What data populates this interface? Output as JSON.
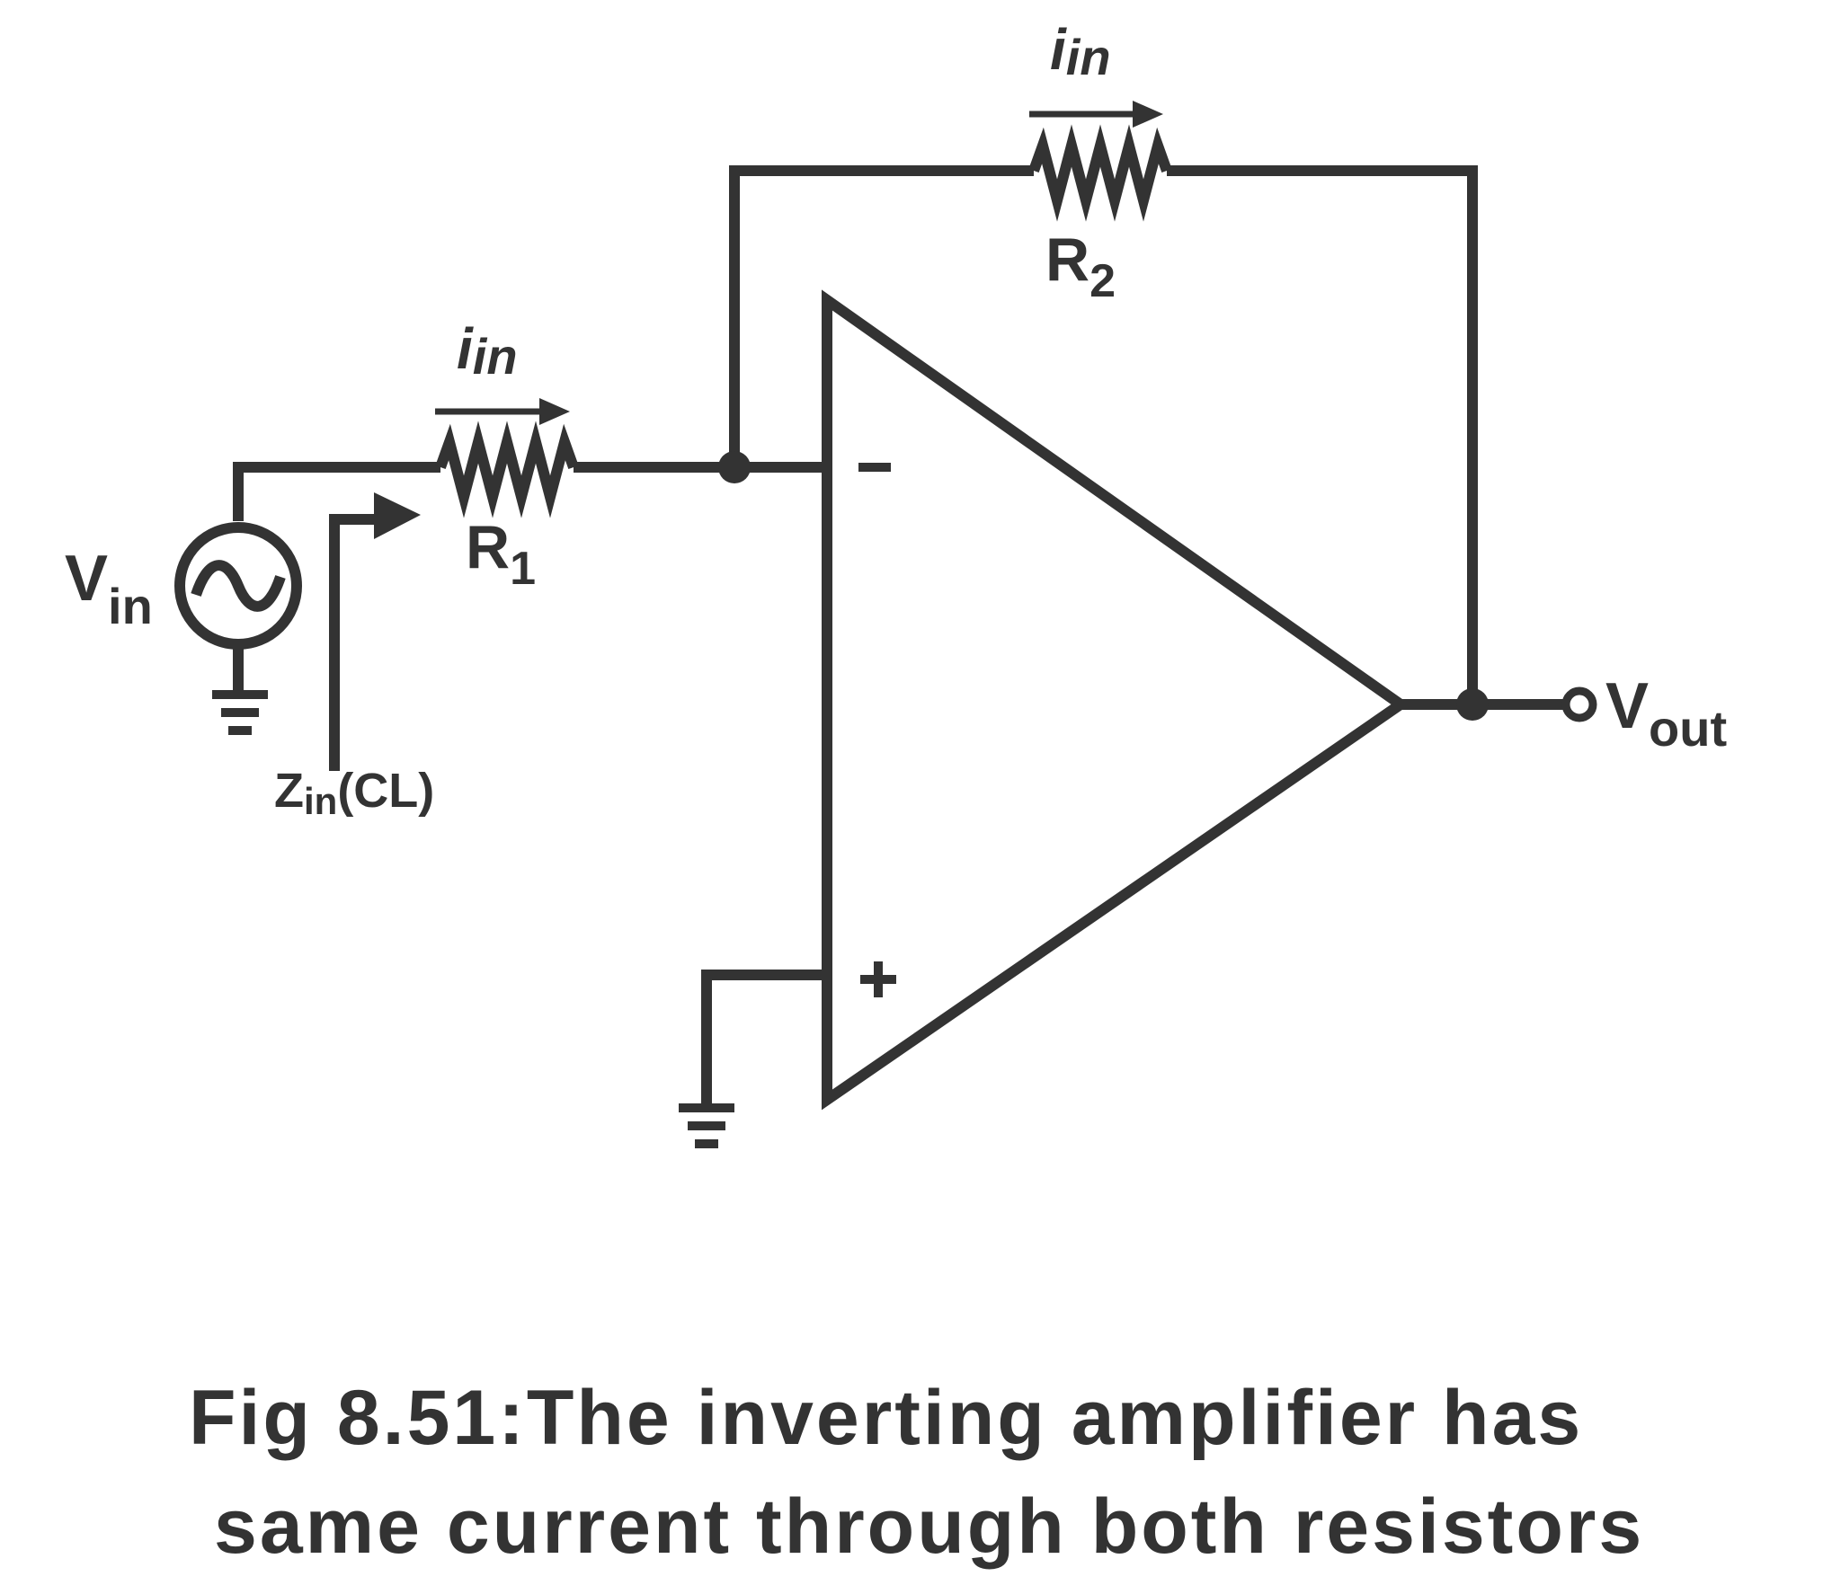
{
  "labels": {
    "i_main": "i",
    "i_sub": "in",
    "r1_main": "R",
    "r1_sub": "1",
    "r2_main": "R",
    "r2_sub": "2",
    "vin_main": "V",
    "vin_sub": "in",
    "vout_main": "V",
    "vout_sub": "out",
    "zin_main": "Z",
    "zin_sub": "in",
    "zin_suffix": "(CL)",
    "minus": "-",
    "plus": "+"
  },
  "caption": {
    "line1": "Fig 8.51:The inverting amplifier has",
    "line2": "same current through both resistors"
  },
  "colors": {
    "ink": "#333333",
    "background": "#ffffff"
  }
}
